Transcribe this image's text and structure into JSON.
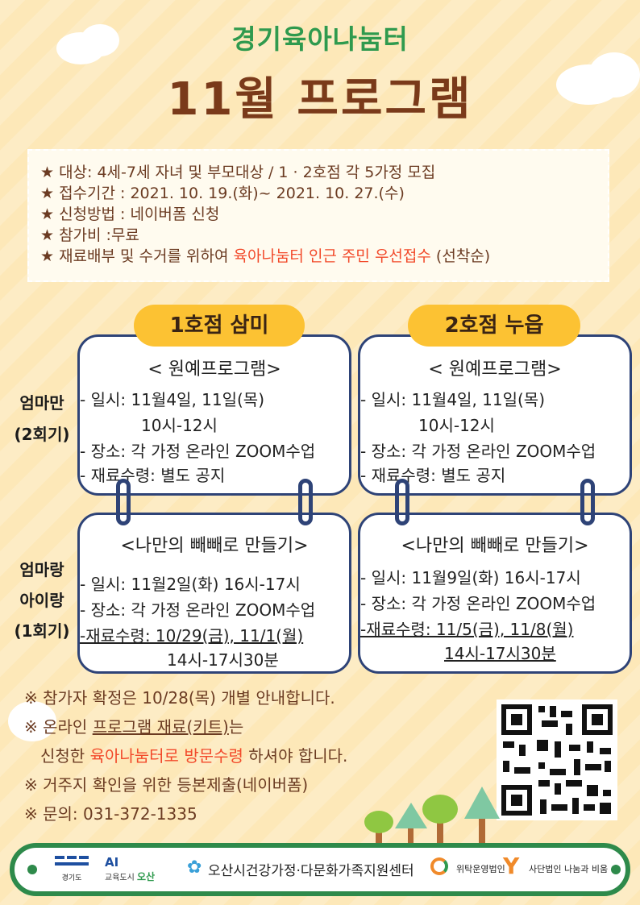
{
  "header": {
    "subtitle": "경기육아나눔터",
    "title": "11월 프로그램"
  },
  "info": {
    "lines": [
      "★ 대상: 4세-7세 자녀 및 부모대상 / 1 · 2호점 각 5가정 모집",
      "★ 접수기간 : 2021. 10. 19.(화)~ 2021. 10. 27.(수)",
      "★ 신청방법 : 네이버폼 신청",
      "★ 참가비 :무료"
    ],
    "last_pre": "★ 재료배부 및 수거를 위하여 ",
    "last_hl": "육아나눔터 인근 주민 우선접수",
    "last_post": " (선착순)"
  },
  "labels": {
    "row1_a": "엄마만",
    "row1_b": "(2회기)",
    "row2_a": "엄마랑",
    "row2_b": "아이랑",
    "row2_c": "(1회기)"
  },
  "branch1": {
    "tab": "1호점 삼미",
    "garden": {
      "title": "< 원예프로그램>",
      "l1": "- 일시: 11월4일, 11일(목)",
      "l2": "10시-12시",
      "l3": "- 장소: 각 가정 온라인 ZOOM수업",
      "l4": "- 재료수령: 별도 공지"
    },
    "pepero": {
      "title": "<나만의 빼빼로 만들기>",
      "l1": "- 일시: 11월2일(화) 16시-17시",
      "l2": "- 장소: 각 가정 온라인 ZOOM수업",
      "l3": "-재료수령: 10/29(금), 11/1(월)",
      "l4": "14시-17시30분"
    }
  },
  "branch2": {
    "tab": "2호점 누읍",
    "garden": {
      "title": "< 원예프로그램>",
      "l1": "- 일시: 11월4일, 11일(목)",
      "l2": "10시-12시",
      "l3": "- 장소: 각 가정 온라인 ZOOM수업",
      "l4": "- 재료수령: 별도 공지"
    },
    "pepero": {
      "title": "<나만의 빼빼로 만들기>",
      "l1": "- 일시: 11월9일(화) 16시-17시",
      "l2": "- 장소: 각 가정 온라인 ZOOM수업",
      "l3": "-재료수령: 11/5(금), 11/8(월)",
      "l4": "14시-17시30분"
    }
  },
  "notes": {
    "n1": "※ 참가자 확정은 10/28(목) 개별 안내합니다.",
    "n2_pre": "※ 온라인 ",
    "n2_u": "프로그램 재료(키트)",
    "n2_post": "는",
    "n3_pre": "신청한 ",
    "n3_hl": "육아나눔터로 방문수령",
    "n3_post": " 하셔야 합니다.",
    "n4": "※ 거주지 확인을 위한 등본제출(네이버폼)",
    "n5": "※ 문의: 031-372-1335"
  },
  "footer": {
    "gyeonggi": "경기도",
    "ai": "AI",
    "edu": "교육도시",
    "osan": "오산",
    "center": "오산시건강가정·다문화가족지원센터",
    "consign": "위탁운영법인",
    "org": "사단법인 나눔과 비움"
  },
  "colors": {
    "title": "#7a3a1a",
    "subtitle": "#2f9a4e",
    "accent": "#fcc233",
    "highlight": "#f2492a",
    "card_border": "#2e4377",
    "footer_border": "#2e8a4b"
  }
}
